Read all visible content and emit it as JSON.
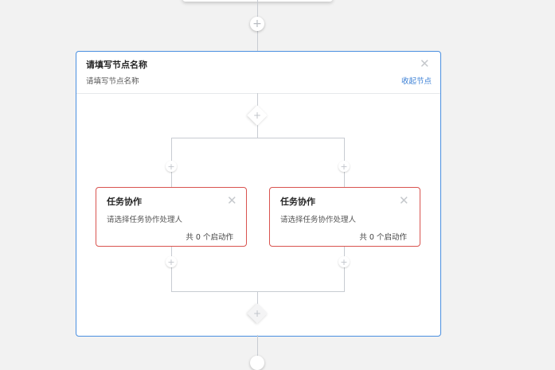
{
  "group": {
    "title": "请填写节点名称",
    "subtitle": "请填写节点名称",
    "collapse_label": "收起节点"
  },
  "icons": {
    "plus": "+",
    "close": "✕"
  },
  "branches": [
    {
      "title": "任务协作",
      "description": "请选择任务协作处理人",
      "action_count": "共 0 个启动作"
    },
    {
      "title": "任务协作",
      "description": "请选择任务协作处理人",
      "action_count": "共 0 个启动作"
    }
  ],
  "colors": {
    "group_border": "#4a8fe0",
    "card_border": "#d9534f",
    "link": "#3a7fd5",
    "connector": "#c8ccd2",
    "canvas": "#f2f2f2"
  }
}
